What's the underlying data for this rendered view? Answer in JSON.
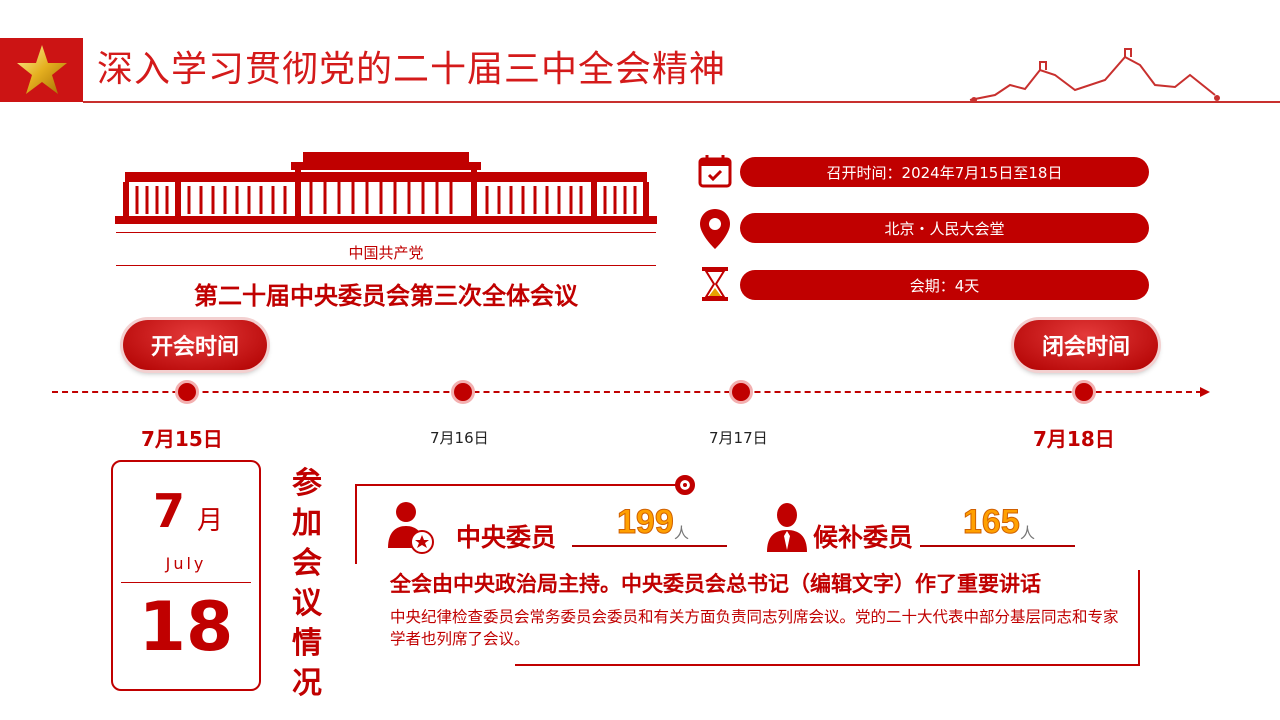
{
  "header": {
    "title": "深入学习贯彻党的二十届三中全会精神"
  },
  "hero": {
    "party": "中国共产党",
    "meeting": "第二十届中央委员会第三次全体会议"
  },
  "info": [
    {
      "icon": "calendar-icon",
      "text": "召开时间：2024年7月15日至18日"
    },
    {
      "icon": "location-pin-icon",
      "text": "北京・人民大会堂"
    },
    {
      "icon": "hourglass-icon",
      "text": "会期：4天"
    }
  ],
  "timeline": {
    "open_label": "开会时间",
    "close_label": "闭会时间",
    "dates": [
      "7月15日",
      "7月16日",
      "7月17日",
      "7月18日"
    ]
  },
  "calendar": {
    "month_num": "7",
    "month_char": "月",
    "month_en": "July",
    "day": "18"
  },
  "section_title": [
    "参",
    "加",
    "会",
    "议",
    "情",
    "况"
  ],
  "stats": [
    {
      "icon": "member-icon",
      "label": "中央委员",
      "value": "199",
      "unit": "人"
    },
    {
      "icon": "alternate-member-icon",
      "label": "候补委员",
      "value": "165",
      "unit": "人"
    }
  ],
  "summary": {
    "headline": "全会由中央政治局主持。中央委员会总书记（编辑文字）作了重要讲话",
    "body": "中央纪律检查委员会常务委员会委员和有关方面负责同志列席会议。党的二十大代表中部分基层同志和专家学者也列席了会议。"
  },
  "colors": {
    "primary": "#c00000",
    "number": "#ffa000"
  }
}
